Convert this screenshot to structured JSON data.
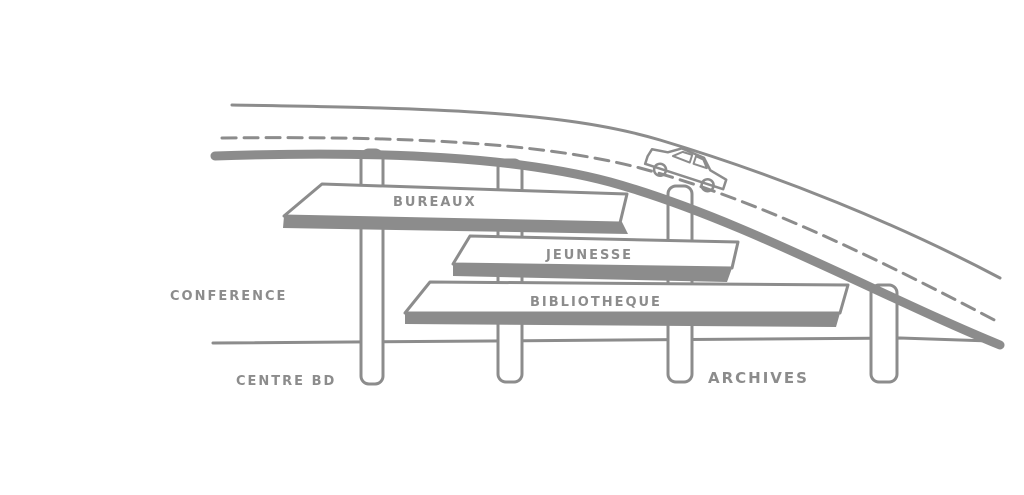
{
  "diagram": {
    "labels": {
      "bureaux": "BURЕAUX",
      "jeunesse": "JEUNESSE",
      "bibliotheque": "BIBLIOTHEQUE",
      "conference": "CONFERENCE",
      "centre_bd": "CENTRE BD",
      "archives": "ARCHIVES"
    },
    "ink_color": "#8c8c8c"
  }
}
